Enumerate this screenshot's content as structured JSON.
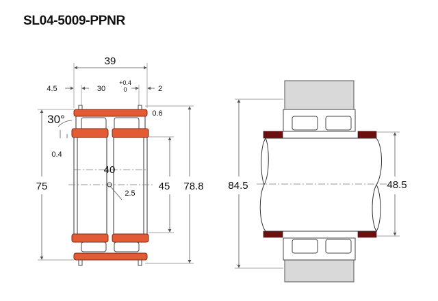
{
  "title": "SL04-5009-PPNR",
  "section_view": {
    "width": "39",
    "snap_ring_offset": "4.5",
    "roller_length": "30",
    "groove_tol_upper": "+0.4",
    "groove_tol_lower": "0",
    "groove_width": "2",
    "chamfer_outer": "0.6",
    "chamfer_angle": "30°",
    "chamfer_inner": "0.4",
    "inner_width": "40",
    "lube_hole": "2.5",
    "outer_diameter": "75",
    "bore_diameter": "45",
    "snap_ring_diameter": "78.8"
  },
  "mounting_view": {
    "housing_diameter": "84.5",
    "shaft_diameter": "48.5"
  },
  "colors": {
    "ring": "#e25b35",
    "spacer": "#6d0f0f",
    "housing": "#d9d9d9"
  }
}
